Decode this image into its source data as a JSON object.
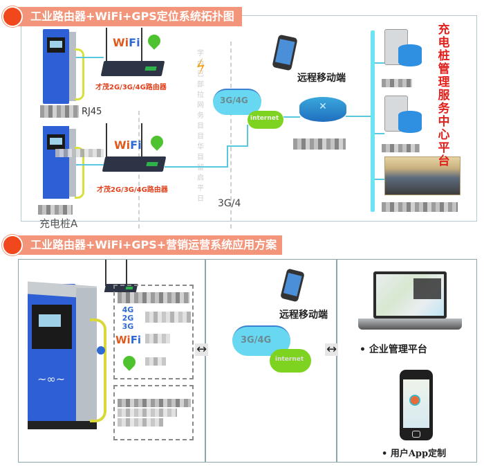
{
  "section1": {
    "title": "工业路由器+WiFi+GPS定位系统拓扑图",
    "router_label_1": "才茂2G/3G/4G路由器",
    "router_label_2": "才茂2G/3G/4G路由器",
    "wifi_badge": "WiFi",
    "rj45_label": "RJ45",
    "pile_label": "充电桩A",
    "cloud_3g4g": "3G/4G",
    "cloud_internet": "internet",
    "mobile_label": "远程移动端",
    "side_label_3g": "3G/4",
    "platform_title": "充电桩管理服务中心平台",
    "colors": {
      "header_bg": "#f2957a",
      "header_dot": "#f0481c",
      "accent_red": "#e2201b",
      "network_line": "#58c7e0"
    }
  },
  "section2": {
    "title": "工业路由器+WiFi+GPS+营销运营系统应用方案",
    "feature_icons": [
      "4G 2G 3G",
      "WiFi",
      "GPS-pin"
    ],
    "network_badges": {
      "g4": "4G",
      "g2": "2G",
      "g3": "3G"
    },
    "wifi_badge": "WiFi",
    "cloud_3g4g": "3G/4G",
    "cloud_internet": "internet",
    "mobile_label": "远程移动端",
    "arrow_left": "↔",
    "arrow_right": "↔",
    "enterprise_label": "•   企业管理平台",
    "app_label": "• 用户App定制"
  }
}
